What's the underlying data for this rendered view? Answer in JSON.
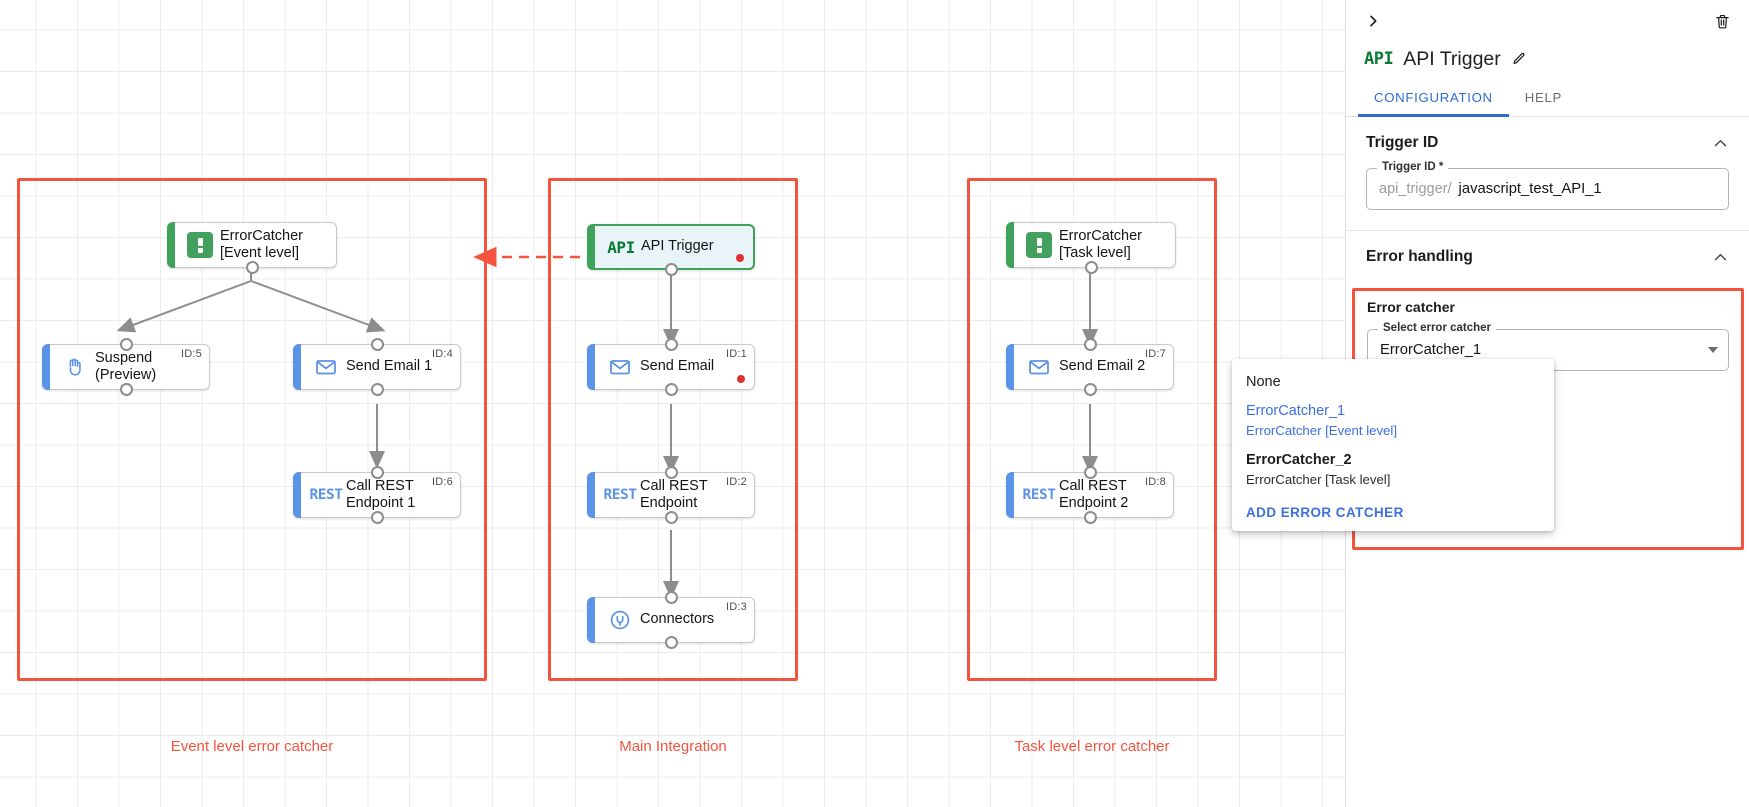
{
  "canvas": {
    "groups": [
      {
        "id": "event-level",
        "label": "Event level error catcher"
      },
      {
        "id": "main-integration",
        "label": "Main Integration"
      },
      {
        "id": "task-level",
        "label": "Task level error catcher"
      }
    ],
    "nodes": [
      {
        "key": "ec1",
        "label": "ErrorCatcher\n[Event level]",
        "icon": "error-catcher-icon",
        "id_label": "",
        "accent": "green",
        "selected": false,
        "error_dot": false
      },
      {
        "key": "suspend",
        "label": "Suspend\n(Preview)",
        "icon": "hand-icon",
        "id_label": "ID:5",
        "accent": "blue",
        "selected": false,
        "error_dot": false
      },
      {
        "key": "email1",
        "label": "Send Email 1",
        "icon": "envelope-icon",
        "id_label": "ID:4",
        "accent": "blue",
        "selected": false,
        "error_dot": false
      },
      {
        "key": "rest1",
        "label": "Call REST\nEndpoint 1",
        "icon": "rest-icon",
        "id_label": "ID:6",
        "accent": "blue",
        "selected": false,
        "error_dot": false
      },
      {
        "key": "apitrigger",
        "label": "API Trigger",
        "icon": "api-icon",
        "id_label": "",
        "accent": "green",
        "selected": true,
        "error_dot": true
      },
      {
        "key": "email0",
        "label": "Send Email",
        "icon": "envelope-icon",
        "id_label": "ID:1",
        "accent": "blue",
        "selected": false,
        "error_dot": true
      },
      {
        "key": "rest0",
        "label": "Call REST\nEndpoint",
        "icon": "rest-icon",
        "id_label": "ID:2",
        "accent": "blue",
        "selected": false,
        "error_dot": false
      },
      {
        "key": "connectors",
        "label": "Connectors",
        "icon": "connectors-icon",
        "id_label": "ID:3",
        "accent": "blue",
        "selected": false,
        "error_dot": false
      },
      {
        "key": "ec2",
        "label": "ErrorCatcher\n[Task level]",
        "icon": "error-catcher-icon",
        "id_label": "",
        "accent": "green",
        "selected": false,
        "error_dot": false
      },
      {
        "key": "email2",
        "label": "Send Email 2",
        "icon": "envelope-icon",
        "id_label": "ID:7",
        "accent": "blue",
        "selected": false,
        "error_dot": false
      },
      {
        "key": "rest2",
        "label": "Call REST\nEndpoint 2",
        "icon": "rest-icon",
        "id_label": "ID:8",
        "accent": "blue",
        "selected": false,
        "error_dot": false
      }
    ]
  },
  "panel": {
    "icon": "api-icon",
    "title": "API Trigger",
    "collapse_icon": "chevron-right-icon",
    "delete_icon": "trash-icon",
    "edit_icon": "pencil-icon",
    "tabs": [
      {
        "label": "CONFIGURATION",
        "active": true
      },
      {
        "label": "HELP",
        "active": false
      }
    ],
    "trigger_id_section": {
      "heading": "Trigger ID",
      "collapse_icon": "chevron-up-icon",
      "field_legend": "Trigger ID *",
      "field_prefix": "api_trigger/",
      "field_value": "javascript_test_API_1"
    },
    "error_handling_section": {
      "heading": "Error handling",
      "collapse_icon": "chevron-up-icon",
      "card_label": "Error catcher",
      "select_legend": "Select error catcher",
      "select_value": "ErrorCatcher_1",
      "select_caret_icon": "caret-down-icon"
    },
    "dropdown": {
      "none_label": "None",
      "options": [
        {
          "primary": "ErrorCatcher_1",
          "secondary": "ErrorCatcher [Event level]",
          "selected": true
        },
        {
          "primary": "ErrorCatcher_2",
          "secondary": "ErrorCatcher [Task level]",
          "selected": false
        }
      ],
      "add_label": "ADD ERROR CATCHER"
    }
  },
  "colors": {
    "accent_blue": "#2f6bd8",
    "group_red": "#f4533e",
    "node_blue": "#5b93e8",
    "node_green": "#3fa25a",
    "error_dot": "#e03131"
  }
}
